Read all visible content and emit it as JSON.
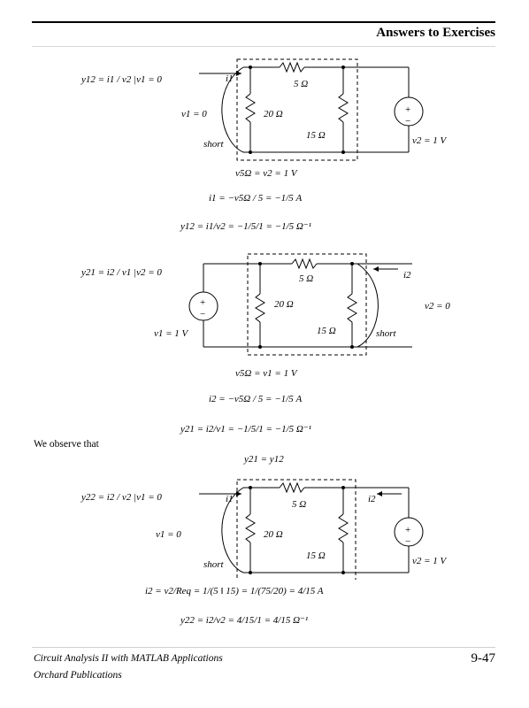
{
  "header": {
    "section_title": "Answers to Exercises"
  },
  "footer": {
    "book_title": "Circuit Analysis II with MATLAB Applications",
    "publisher": "Orchard Publications",
    "page_number": "9-47"
  },
  "part_y12": {
    "definition": "y12 = i1 / v2 |v1 = 0",
    "circuit_labels": {
      "current": "i1",
      "resistor_top": "5 Ω",
      "resistor_left": "20 Ω",
      "resistor_right": "15 Ω",
      "left_voltage": "v1 = 0",
      "short": "short",
      "right_voltage": "v2 = 1 V",
      "plus": "+",
      "minus": "−"
    },
    "eq1": "v5Ω = v2 = 1 V",
    "eq2": "i1 = −v5Ω / 5 = −1/5 A",
    "eq3": "y12 = i1/v2 = −1/5/1 = −1/5 Ω⁻¹"
  },
  "part_y21": {
    "definition": "y21 = i2 / v1 |v2 = 0",
    "circuit_labels": {
      "current": "i2",
      "resistor_top": "5 Ω",
      "resistor_left": "20 Ω",
      "resistor_right": "15 Ω",
      "left_voltage": "v1 = 1 V",
      "short": "short",
      "right_voltage": "v2 = 0",
      "plus": "+",
      "minus": "−"
    },
    "eq1": "v5Ω = v1 = 1 V",
    "eq2": "i2 = −v5Ω / 5 = −1/5 A",
    "eq3": "y21 = i2/v1 = −1/5/1 = −1/5 Ω⁻¹"
  },
  "observe_text": "We observe that",
  "observe_eq": "y21 = y12",
  "part_y22": {
    "definition": "y22 = i2 / v2 |v1 = 0",
    "circuit_labels": {
      "current_left": "i1",
      "current_right": "i2",
      "resistor_top": "5 Ω",
      "resistor_left": "20 Ω",
      "resistor_right": "15 Ω",
      "left_voltage": "v1 = 0",
      "short": "short",
      "right_voltage": "v2 = 1 V",
      "plus": "+",
      "minus": "−"
    },
    "eq1": "i2 = v2/Req = 1/(5 ‖ 15) = 1/(75/20) = 4/15 A",
    "eq2": "y22 = i2/v2 = 4/15/1 = 4/15 Ω⁻¹"
  }
}
